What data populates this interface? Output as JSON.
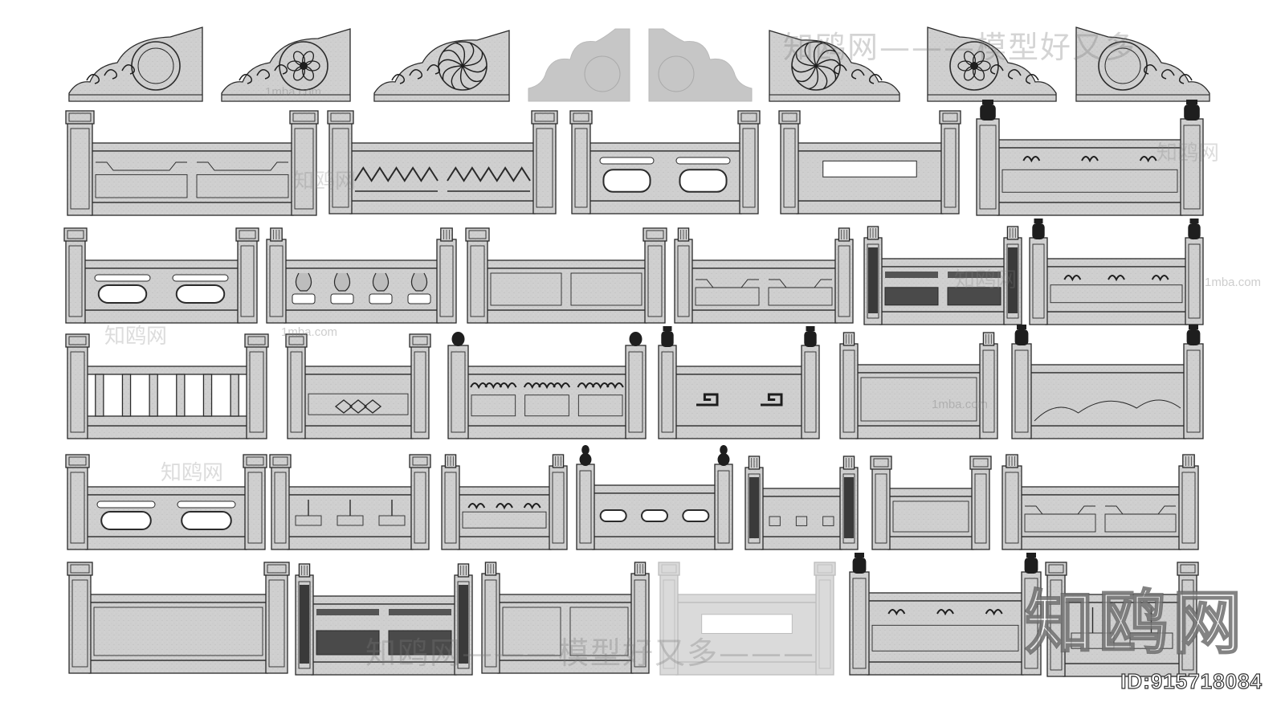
{
  "watermarks": {
    "brand_cn": "知鸥网",
    "slogan_cn": "知鸥网———模型好又多———",
    "slogan_top": "知鸥网———模型好又多",
    "url": "1mba.com"
  },
  "id_label": "ID:915718084",
  "colors": {
    "stone": "#cfcfcf",
    "stone_light": "#dadada",
    "stone_faded": "#bdbdbd",
    "outline": "#2a2a2a",
    "dark_detail": "#1e1e1e",
    "background": "#ffffff"
  },
  "gallery": {
    "caps": [
      {
        "motif": "disc"
      },
      {
        "motif": "flower"
      },
      {
        "motif": "wheel"
      },
      {
        "motif": "cloud-faded"
      },
      {
        "motif": "cloud-faded"
      },
      {
        "motif": "wheel"
      },
      {
        "motif": "flower"
      },
      {
        "motif": "disc"
      }
    ],
    "rows": [
      [
        {
          "posts": "square",
          "panel": "notch-bar",
          "slots": 2
        },
        {
          "posts": "square",
          "panel": "zigzag",
          "slots": 2
        },
        {
          "posts": "square",
          "panel": "octagon-pair",
          "slots": 2
        },
        {
          "posts": "square",
          "panel": "open-frame",
          "slots": 1
        },
        {
          "posts": "lantern",
          "panel": "scroll-ornate",
          "slots": 1
        }
      ],
      [
        {
          "posts": "square",
          "panel": "octagon-pair",
          "slots": 2
        },
        {
          "posts": "pillar",
          "panel": "vase-baluster",
          "slots": 4
        },
        {
          "posts": "square",
          "panel": "plain",
          "slots": 2
        },
        {
          "posts": "pillar",
          "panel": "notch-bar",
          "slots": 2
        },
        {
          "posts": "pillar-dark",
          "panel": "relief-carved",
          "slots": 2
        },
        {
          "posts": "lantern",
          "panel": "scroll-ornate",
          "slots": 1
        }
      ],
      [
        {
          "posts": "square",
          "panel": "spindles",
          "slots": 6
        },
        {
          "posts": "square",
          "panel": "diamond",
          "slots": 1
        },
        {
          "posts": "knob",
          "panel": "fleur",
          "slots": 3
        },
        {
          "posts": "lantern",
          "panel": "fret",
          "slots": 2
        },
        {
          "posts": "pillar",
          "panel": "plain",
          "slots": 1
        },
        {
          "posts": "lantern",
          "panel": "cloud-relief",
          "slots": 1
        }
      ],
      [
        {
          "posts": "square",
          "panel": "ring-pair",
          "slots": 2
        },
        {
          "posts": "square",
          "panel": "grid-window",
          "slots": 3
        },
        {
          "posts": "pillar",
          "panel": "knot-bar",
          "slots": 1
        },
        {
          "posts": "gourd",
          "panel": "ring-trio",
          "slots": 3
        },
        {
          "posts": "pillar-dark",
          "panel": "square-trio",
          "slots": 3
        },
        {
          "posts": "square",
          "panel": "framed-board",
          "slots": 1
        },
        {
          "posts": "pillar",
          "panel": "notch-bar",
          "slots": 2
        }
      ],
      [
        {
          "posts": "square",
          "panel": "plain",
          "slots": 1
        },
        {
          "posts": "pillar-dark",
          "panel": "relief-carved",
          "slots": 2
        },
        {
          "posts": "pillar",
          "panel": "plain",
          "slots": 2
        },
        {
          "posts": "faded",
          "panel": "open-frame",
          "slots": 1
        },
        {
          "posts": "lantern",
          "panel": "scroll-ornate",
          "slots": 1
        },
        {
          "posts": "square",
          "panel": "grid-window",
          "slots": 2
        }
      ]
    ]
  }
}
